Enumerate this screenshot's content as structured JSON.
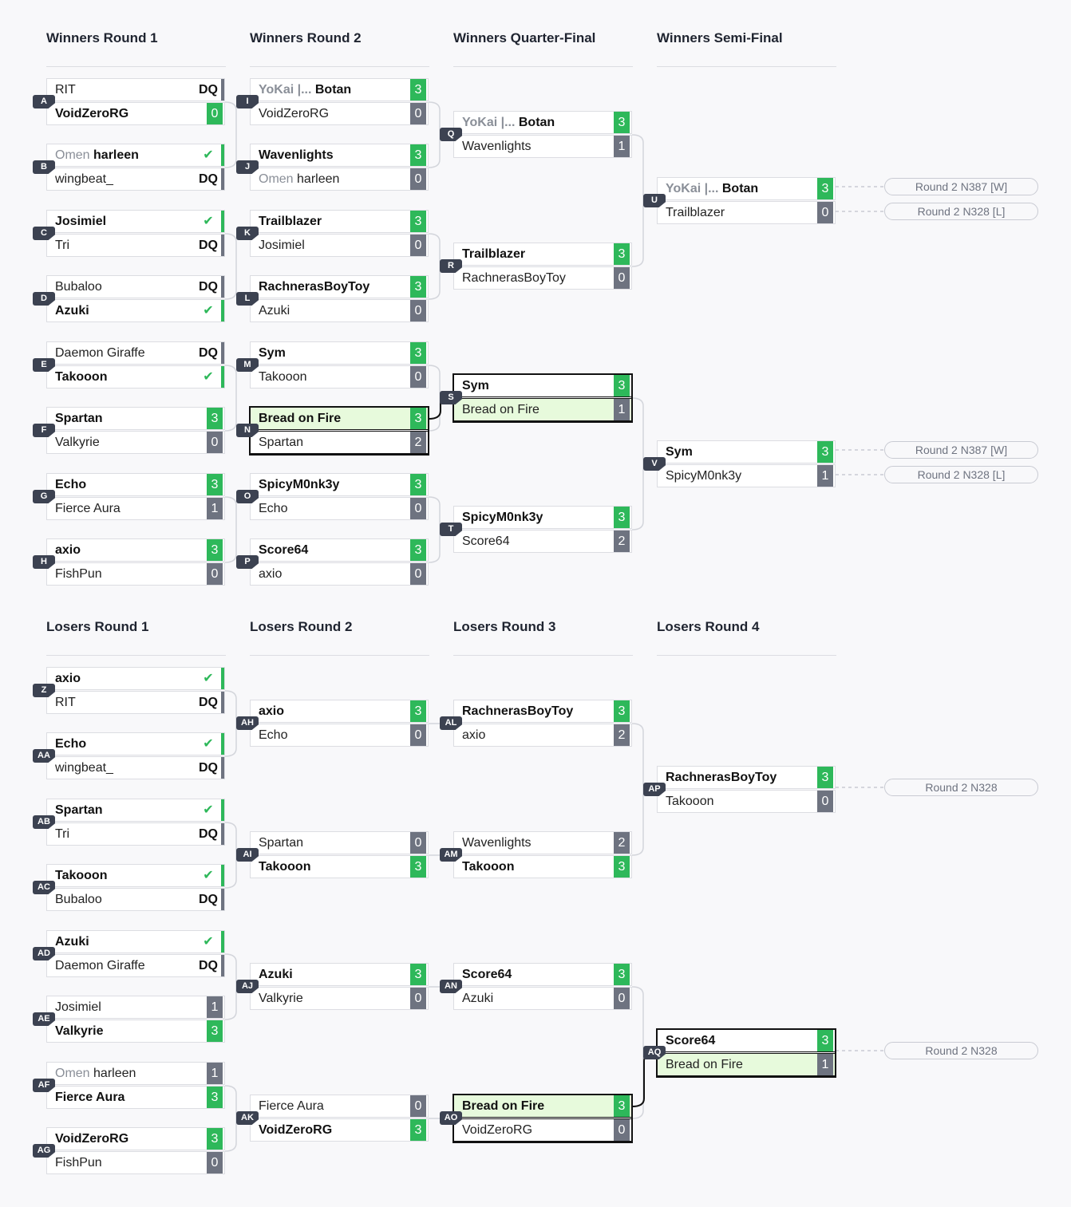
{
  "columns": [
    {
      "id": "WR1",
      "title": "Winners Round 1"
    },
    {
      "id": "WR2",
      "title": "Winners Round 2"
    },
    {
      "id": "WQF",
      "title": "Winners Quarter-Final"
    },
    {
      "id": "WSF",
      "title": "Winners Semi-Final"
    },
    {
      "id": "LR1",
      "title": "Losers Round 1"
    },
    {
      "id": "LR2",
      "title": "Losers Round 2"
    },
    {
      "id": "LR3",
      "title": "Losers Round 3"
    },
    {
      "id": "LR4",
      "title": "Losers Round 4"
    }
  ],
  "matches": [
    {
      "id": "A",
      "col": "WR1",
      "p1": {
        "name": "RIT",
        "score": "DQ"
      },
      "p2": {
        "name": "VoidZeroRG",
        "score": "0",
        "win": true
      }
    },
    {
      "id": "B",
      "col": "WR1",
      "p1": {
        "name": "harleen",
        "tag": "Omen",
        "score": "✔",
        "win": true
      },
      "p2": {
        "name": "wingbeat_",
        "score": "DQ"
      }
    },
    {
      "id": "C",
      "col": "WR1",
      "p1": {
        "name": "Josimiel",
        "score": "✔",
        "win": true
      },
      "p2": {
        "name": "Tri",
        "score": "DQ"
      }
    },
    {
      "id": "D",
      "col": "WR1",
      "p1": {
        "name": "Bubaloo",
        "score": "DQ"
      },
      "p2": {
        "name": "Azuki",
        "score": "✔",
        "win": true
      }
    },
    {
      "id": "E",
      "col": "WR1",
      "p1": {
        "name": "Daemon Giraffe",
        "score": "DQ"
      },
      "p2": {
        "name": "Takooon",
        "score": "✔",
        "win": true
      }
    },
    {
      "id": "F",
      "col": "WR1",
      "p1": {
        "name": "Spartan",
        "score": "3",
        "win": true
      },
      "p2": {
        "name": "Valkyrie",
        "score": "0"
      }
    },
    {
      "id": "G",
      "col": "WR1",
      "p1": {
        "name": "Echo",
        "score": "3",
        "win": true
      },
      "p2": {
        "name": "Fierce Aura",
        "score": "1"
      }
    },
    {
      "id": "H",
      "col": "WR1",
      "p1": {
        "name": "axio",
        "score": "3",
        "win": true
      },
      "p2": {
        "name": "FishPun",
        "score": "0"
      }
    },
    {
      "id": "I",
      "col": "WR2",
      "p1": {
        "name": "Botan",
        "tag": "YoKai |...",
        "score": "3",
        "win": true
      },
      "p2": {
        "name": "VoidZeroRG",
        "score": "0"
      }
    },
    {
      "id": "J",
      "col": "WR2",
      "p1": {
        "name": "Wavenlights",
        "score": "3",
        "win": true
      },
      "p2": {
        "name": "harleen",
        "tag": "Omen",
        "score": "0"
      }
    },
    {
      "id": "K",
      "col": "WR2",
      "p1": {
        "name": "Trailblazer",
        "score": "3",
        "win": true
      },
      "p2": {
        "name": "Josimiel",
        "score": "0"
      }
    },
    {
      "id": "L",
      "col": "WR2",
      "p1": {
        "name": "RachnerasBoyToy",
        "score": "3",
        "win": true
      },
      "p2": {
        "name": "Azuki",
        "score": "0"
      }
    },
    {
      "id": "M",
      "col": "WR2",
      "p1": {
        "name": "Sym",
        "score": "3",
        "win": true
      },
      "p2": {
        "name": "Takooon",
        "score": "0"
      }
    },
    {
      "id": "N",
      "col": "WR2",
      "hl": true,
      "p1": {
        "name": "Bread on Fire",
        "score": "3",
        "win": true,
        "me": true
      },
      "p2": {
        "name": "Spartan",
        "score": "2"
      }
    },
    {
      "id": "O",
      "col": "WR2",
      "p1": {
        "name": "SpicyM0nk3y",
        "score": "3",
        "win": true
      },
      "p2": {
        "name": "Echo",
        "score": "0"
      }
    },
    {
      "id": "P",
      "col": "WR2",
      "p1": {
        "name": "Score64",
        "score": "3",
        "win": true
      },
      "p2": {
        "name": "axio",
        "score": "0"
      }
    },
    {
      "id": "Q",
      "col": "WQF",
      "p1": {
        "name": "Botan",
        "tag": "YoKai |...",
        "score": "3",
        "win": true
      },
      "p2": {
        "name": "Wavenlights",
        "score": "1"
      }
    },
    {
      "id": "R",
      "col": "WQF",
      "p1": {
        "name": "Trailblazer",
        "score": "3",
        "win": true
      },
      "p2": {
        "name": "RachnerasBoyToy",
        "score": "0"
      }
    },
    {
      "id": "S",
      "col": "WQF",
      "hl": true,
      "p1": {
        "name": "Sym",
        "score": "3",
        "win": true
      },
      "p2": {
        "name": "Bread on Fire",
        "score": "1",
        "me": true
      }
    },
    {
      "id": "T",
      "col": "WQF",
      "p1": {
        "name": "SpicyM0nk3y",
        "score": "3",
        "win": true
      },
      "p2": {
        "name": "Score64",
        "score": "2"
      }
    },
    {
      "id": "U",
      "col": "WSF",
      "p1": {
        "name": "Botan",
        "tag": "YoKai |...",
        "score": "3",
        "win": true
      },
      "p2": {
        "name": "Trailblazer",
        "score": "0"
      },
      "next": [
        "Round 2 N387 [W]",
        "Round 2 N328 [L]"
      ]
    },
    {
      "id": "V",
      "col": "WSF",
      "p1": {
        "name": "Sym",
        "score": "3",
        "win": true
      },
      "p2": {
        "name": "SpicyM0nk3y",
        "score": "1"
      },
      "next": [
        "Round 2 N387 [W]",
        "Round 2 N328 [L]"
      ]
    },
    {
      "id": "Z",
      "col": "LR1",
      "p1": {
        "name": "axio",
        "score": "✔",
        "win": true
      },
      "p2": {
        "name": "RIT",
        "score": "DQ"
      }
    },
    {
      "id": "AA",
      "col": "LR1",
      "p1": {
        "name": "Echo",
        "score": "✔",
        "win": true
      },
      "p2": {
        "name": "wingbeat_",
        "score": "DQ"
      }
    },
    {
      "id": "AB",
      "col": "LR1",
      "p1": {
        "name": "Spartan",
        "score": "✔",
        "win": true
      },
      "p2": {
        "name": "Tri",
        "score": "DQ"
      }
    },
    {
      "id": "AC",
      "col": "LR1",
      "p1": {
        "name": "Takooon",
        "score": "✔",
        "win": true
      },
      "p2": {
        "name": "Bubaloo",
        "score": "DQ"
      }
    },
    {
      "id": "AD",
      "col": "LR1",
      "p1": {
        "name": "Azuki",
        "score": "✔",
        "win": true
      },
      "p2": {
        "name": "Daemon Giraffe",
        "score": "DQ"
      }
    },
    {
      "id": "AE",
      "col": "LR1",
      "p1": {
        "name": "Josimiel",
        "score": "1"
      },
      "p2": {
        "name": "Valkyrie",
        "score": "3",
        "win": true
      }
    },
    {
      "id": "AF",
      "col": "LR1",
      "p1": {
        "name": "harleen",
        "tag": "Omen",
        "score": "1"
      },
      "p2": {
        "name": "Fierce Aura",
        "score": "3",
        "win": true
      }
    },
    {
      "id": "AG",
      "col": "LR1",
      "p1": {
        "name": "VoidZeroRG",
        "score": "3",
        "win": true
      },
      "p2": {
        "name": "FishPun",
        "score": "0"
      }
    },
    {
      "id": "AH",
      "col": "LR2",
      "p1": {
        "name": "axio",
        "score": "3",
        "win": true
      },
      "p2": {
        "name": "Echo",
        "score": "0"
      }
    },
    {
      "id": "AI",
      "col": "LR2",
      "p1": {
        "name": "Spartan",
        "score": "0"
      },
      "p2": {
        "name": "Takooon",
        "score": "3",
        "win": true
      }
    },
    {
      "id": "AJ",
      "col": "LR2",
      "p1": {
        "name": "Azuki",
        "score": "3",
        "win": true
      },
      "p2": {
        "name": "Valkyrie",
        "score": "0"
      }
    },
    {
      "id": "AK",
      "col": "LR2",
      "p1": {
        "name": "Fierce Aura",
        "score": "0"
      },
      "p2": {
        "name": "VoidZeroRG",
        "score": "3",
        "win": true
      }
    },
    {
      "id": "AL",
      "col": "LR3",
      "p1": {
        "name": "RachnerasBoyToy",
        "score": "3",
        "win": true
      },
      "p2": {
        "name": "axio",
        "score": "2"
      }
    },
    {
      "id": "AM",
      "col": "LR3",
      "p1": {
        "name": "Wavenlights",
        "score": "2"
      },
      "p2": {
        "name": "Takooon",
        "score": "3",
        "win": true
      }
    },
    {
      "id": "AN",
      "col": "LR3",
      "p1": {
        "name": "Score64",
        "score": "3",
        "win": true
      },
      "p2": {
        "name": "Azuki",
        "score": "0"
      }
    },
    {
      "id": "AO",
      "col": "LR3",
      "hl": true,
      "p1": {
        "name": "Bread on Fire",
        "score": "3",
        "win": true,
        "me": true
      },
      "p2": {
        "name": "VoidZeroRG",
        "score": "0"
      }
    },
    {
      "id": "AP",
      "col": "LR4",
      "p1": {
        "name": "RachnerasBoyToy",
        "score": "3",
        "win": true
      },
      "p2": {
        "name": "Takooon",
        "score": "0"
      },
      "next": [
        "Round 2 N328"
      ]
    },
    {
      "id": "AQ",
      "col": "LR4",
      "hl": true,
      "p1": {
        "name": "Score64",
        "score": "3",
        "win": true
      },
      "p2": {
        "name": "Bread on Fire",
        "score": "1",
        "me": true
      },
      "next": [
        "Round 2 N328"
      ]
    }
  ],
  "colors": {
    "win": "#2eb85a",
    "loss": "#6e7380",
    "highlight": "#e7fadc",
    "badge": "#3c4251"
  }
}
